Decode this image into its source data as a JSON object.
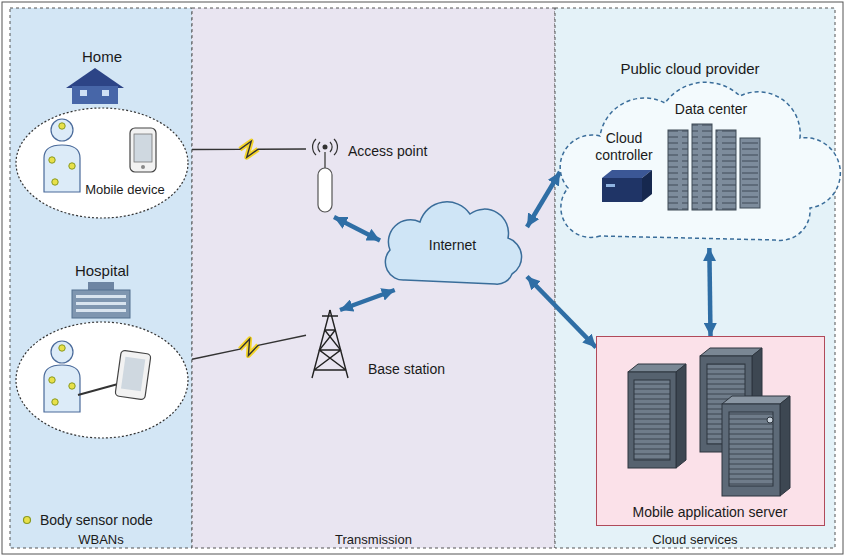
{
  "diagram": {
    "nodes": [
      {
        "text": [
          "WBANs"
        ]
      },
      {
        "text": [
          "Home",
          "Mobile device"
        ],
        "in": 0
      },
      {
        "text": [
          "Hospital"
        ],
        "in": 0
      },
      {
        "text": [
          "Transmission"
        ]
      },
      {
        "text": [
          "Access point"
        ],
        "in": 3
      },
      {
        "text": [
          "Base station"
        ],
        "in": 3
      },
      {
        "text": [
          "Internet"
        ],
        "in": 3
      },
      {
        "text": [
          "Cloud services"
        ]
      },
      {
        "text": [
          "Public cloud provider"
        ],
        "in": 7
      },
      {
        "text": [
          "Cloud controller"
        ],
        "in": 8
      },
      {
        "text": [
          "Data center"
        ],
        "in": 8
      },
      {
        "text": [
          "Mobile application server"
        ],
        "in": 7
      }
    ],
    "edges": [
      {
        "from": 1,
        "to": 4,
        "arrow": "none"
      },
      {
        "from": 2,
        "to": 5,
        "arrow": "none"
      },
      {
        "from": 4,
        "to": 6,
        "arrow": "both"
      },
      {
        "from": 5,
        "to": 6,
        "arrow": "both"
      },
      {
        "from": 6,
        "to": 8,
        "arrow": "both"
      },
      {
        "from": 6,
        "to": 11,
        "arrow": "both"
      },
      {
        "from": 8,
        "to": 11,
        "arrow": "both"
      }
    ],
    "legend": [
      {
        "text": "Body sensor node"
      }
    ]
  }
}
